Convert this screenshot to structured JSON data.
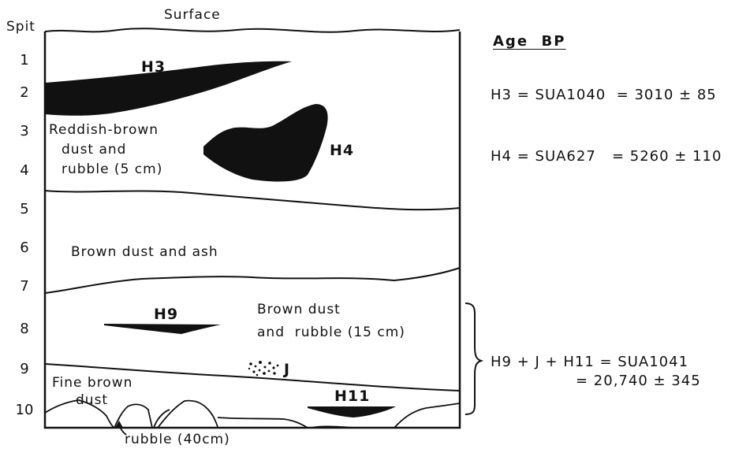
{
  "surface_label": "Surface",
  "spit_header": "Spit",
  "spits": [
    "1",
    "2",
    "3",
    "4",
    "5",
    "6",
    "7",
    "8",
    "9",
    "10"
  ],
  "hearths": {
    "h3": "H3",
    "h4": "H4",
    "h9": "H9",
    "j": "J",
    "h11": "H11"
  },
  "layers": {
    "reddish": [
      "Reddish-brown",
      "dust and",
      "rubble (5 cm)"
    ],
    "brown_ash": "Brown dust and ash",
    "brown_rubble": [
      "Brown dust",
      "and  rubble (15 cm)"
    ],
    "fine_brown": [
      "Fine brown",
      "dust"
    ],
    "rubble_40": "rubble (40cm)"
  },
  "ages": {
    "header": "Age  BP",
    "h3": "H3 = SUA1040  = 3010 ± 85",
    "h4": "H4 = SUA627   = 5260 ± 110",
    "h9_line1": "H9 + J + H11 = SUA1041",
    "h9_line2": "= 20,740 ± 345"
  }
}
